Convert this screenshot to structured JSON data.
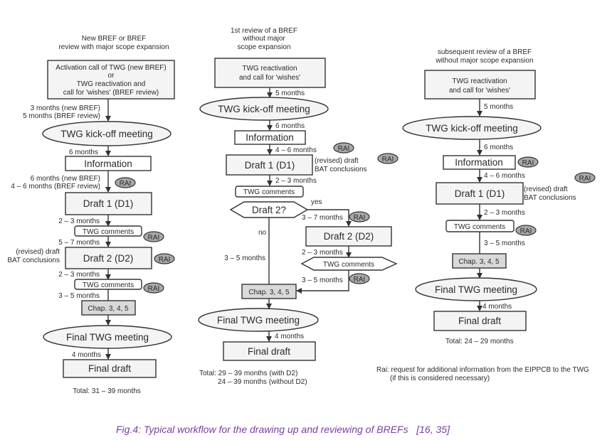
{
  "caption": "Fig.4: Typical workflow for the drawing up and reviewing of BREFs   [16, 35]",
  "legend": {
    "line1": "Rai: request for additional information from the EIPPCB to the TWG",
    "line2": "(if this is considered necessary)"
  },
  "rai_label": "RAI",
  "col1": {
    "title1": "New BREF or BREF",
    "title2": "review with major scope expansion",
    "start": [
      "Activation call of TWG (new BREF)",
      "or",
      "TWG reactivation and",
      "call for 'wishes' (BREF review)"
    ],
    "d_start_kickoff": [
      "3 months (new BREF)",
      "5 months (BREF review)"
    ],
    "kickoff": "TWG kick-off meeting",
    "d_kickoff_info": "6 months",
    "information": "Information",
    "d_info_d1": [
      "6 months (new BREF)",
      "4 – 6 months (BREF review)"
    ],
    "draft1": "Draft 1 (D1)",
    "d_d1_comments": "2 – 3 months",
    "comments1": "TWG comments",
    "d_comments_d2": "5 – 7 months",
    "bat": [
      "(revised) draft",
      "BAT conclusions"
    ],
    "draft2": "Draft 2 (D2)",
    "d_d2_comments": "2 – 3 months",
    "comments2": "TWG comments",
    "d_comments_chap": "3 – 5 months",
    "chap": "Chap. 3, 4, 5",
    "final_meeting": "Final TWG meeting",
    "d_final": "4 months",
    "final_draft": "Final draft",
    "total": "Total: 31 – 39 months"
  },
  "col2": {
    "title1": "1st review of a BREF",
    "title2": "without major",
    "title3": "scope expansion",
    "start": [
      "TWG reactivation",
      "and call for 'wishes'"
    ],
    "d_start_kickoff": "5 months",
    "kickoff": "TWG kick-off meeting",
    "d_kickoff_info": "6 months",
    "information": "Information",
    "d_info_d1": "4 – 6 months",
    "draft1": "Draft 1 (D1)",
    "bat": [
      "(revised) draft",
      "BAT conclusions"
    ],
    "d_d1_comments": "2 – 3 months",
    "comments1": "TWG comments",
    "decision": "Draft 2?",
    "yes": "yes",
    "no": "no",
    "d_yes_d2": "3 – 7 months",
    "draft2": "Draft 2 (D2)",
    "d_d2_comments": "2 – 3 months",
    "comments2": "TWG comments",
    "d_comments_chap": "3 – 5 months",
    "d_no_chap": "3 – 5 months",
    "chap": "Chap. 3, 4, 5",
    "final_meeting": "Final TWG meeting",
    "d_final": "4 months",
    "final_draft": "Final draft",
    "total1": "Total: 29 – 39 months (with D2)",
    "total2": "24 – 39 months (without D2)"
  },
  "col3": {
    "title1": "subsequent review of a BREF",
    "title2": "without major scope expansion",
    "start": [
      "TWG reactivation",
      "and call for 'wishes'"
    ],
    "d_start_kickoff": "5 months",
    "kickoff": "TWG kick-off meeting",
    "d_kickoff_info": "6 months",
    "information": "Information",
    "d_info_d1": "4 – 6 months",
    "draft1": "Draft 1 (D1)",
    "bat": [
      "(revised) draft",
      "BAT conclusions"
    ],
    "d_d1_comments": "2 – 3 months",
    "comments1": "TWG comments",
    "d_comments_chap": "3 – 5 months",
    "chap": "Chap. 3, 4, 5",
    "final_meeting": "Final TWG meeting",
    "d_final": "4 months",
    "final_draft": "Final draft",
    "total": "Total: 24 – 29 months"
  }
}
